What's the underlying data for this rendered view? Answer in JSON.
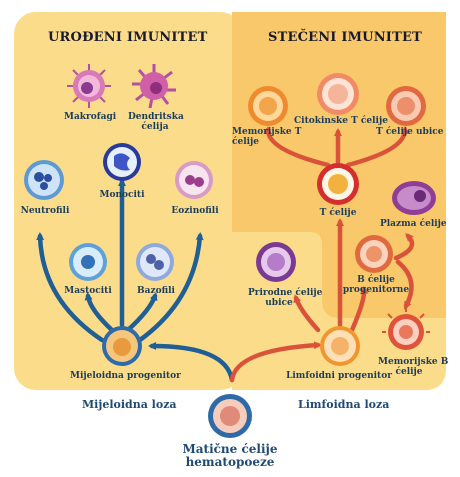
{
  "panels": {
    "innate": {
      "title": "UROĐENI IMUNITET",
      "color": "#fbdc8a"
    },
    "adaptive": {
      "title": "STEČENI IMUNITET",
      "color": "#f8c86a"
    }
  },
  "colors": {
    "myeloid_arrow": "#1f5f95",
    "lymphoid_arrow": "#d9533a",
    "label": "#1c3d5a"
  },
  "cells": {
    "makrofagi": {
      "label": "Makrofagi",
      "icon": "macrophage-cell-icon"
    },
    "dendritska": {
      "label_1": "Dendritska",
      "label_2": "ćelija",
      "icon": "dendritic-cell-icon"
    },
    "monociti": {
      "label": "Monociti",
      "icon": "monocyte-cell-icon"
    },
    "neutrofili": {
      "label": "Neutrofili",
      "icon": "neutrophil-cell-icon"
    },
    "eozinofili": {
      "label": "Eozinofili",
      "icon": "eosinophil-cell-icon"
    },
    "mastociti": {
      "label": "Mastociti",
      "icon": "mast-cell-icon"
    },
    "bazofili": {
      "label": "Bazofili",
      "icon": "basophil-cell-icon"
    },
    "mijeloidna": {
      "label": "Mijeloidna progenitor",
      "icon": "myeloid-progenitor-icon"
    },
    "memorijske_t": {
      "label_1": "Memorijske T",
      "label_2": "ćelije",
      "icon": "memory-t-cell-icon"
    },
    "citokinske_t": {
      "label_1": "Citokinske T ćelije",
      "icon": "cytokine-t-cell-icon"
    },
    "t_ubice": {
      "label_1": "T ćelije ubice",
      "icon": "killer-t-cell-icon"
    },
    "t_celije": {
      "label": "T ćelije",
      "icon": "t-cell-icon"
    },
    "plazma": {
      "label": "Plazma ćelije",
      "icon": "plasma-cell-icon"
    },
    "prirodne_ubice": {
      "label_1": "Prirodne ćelije",
      "label_2": "ubice",
      "icon": "nk-cell-icon"
    },
    "b_progenitorne": {
      "label_1": "B ćelije",
      "label_2": "progenitorne",
      "icon": "b-cell-progenitor-icon"
    },
    "memorijske_b": {
      "label_1": "Memorijske B",
      "label_2": "ćelije",
      "icon": "memory-b-cell-icon"
    },
    "limfoidni": {
      "label": "Limfoidni progenitor",
      "icon": "lymphoid-progenitor-icon"
    },
    "maticne": {
      "label_1": "Matične ćelije",
      "label_2": "hematopoeze",
      "icon": "stem-cell-icon"
    }
  },
  "lineages": {
    "myeloid": "Mijeloidna loza",
    "lymphoid": "Limfoidna loza"
  }
}
